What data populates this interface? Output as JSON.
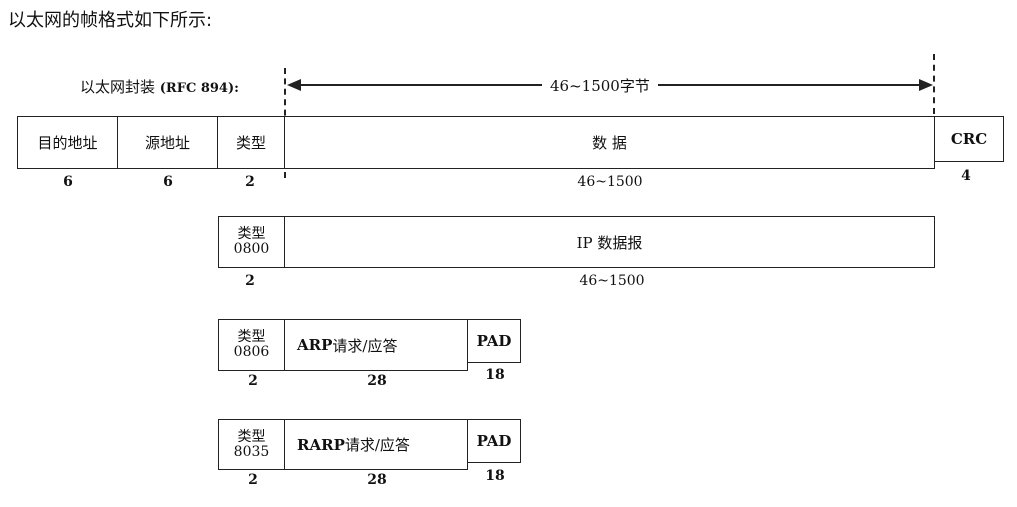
{
  "intro": "以太网的帧格式如下所示:",
  "encap": {
    "label": "以太网封装 ",
    "rfc": "(RFC 894):",
    "span": "46~1500字节"
  },
  "frame": {
    "fields": [
      "目的地址",
      "源地址",
      "类型",
      "数 据",
      "CRC"
    ],
    "sizes": [
      "6",
      "6",
      "2",
      "46~1500",
      "4"
    ]
  },
  "ip": {
    "type_label": "类型",
    "type_code": "0800",
    "data": "IP 数据报",
    "sizes": [
      "2",
      "46~1500"
    ]
  },
  "arp": {
    "type_label": "类型",
    "type_code": "0806",
    "data_bold": "ARP",
    "data_rest": " 请求/应答",
    "pad": "PAD",
    "sizes": [
      "2",
      "28",
      "18"
    ]
  },
  "rarp": {
    "type_label": "类型",
    "type_code": "8035",
    "data_bold": "RARP",
    "data_rest": " 请求/应答",
    "pad": "PAD",
    "sizes": [
      "2",
      "28",
      "18"
    ]
  }
}
